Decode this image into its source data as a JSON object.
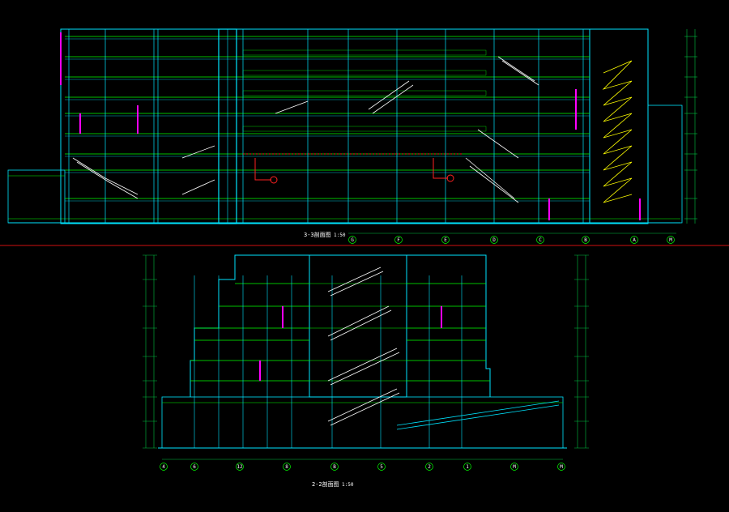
{
  "sections": {
    "upper": {
      "title": "3-3剖面图",
      "scale": "1:50",
      "axis_labels": [
        "G",
        "F",
        "E",
        "D",
        "C",
        "B",
        "A",
        "M"
      ]
    },
    "lower": {
      "title": "2-2剖面图",
      "scale": "1:50",
      "axis_labels": [
        "4",
        "6",
        "12",
        "8",
        "B",
        "5",
        "2",
        "1",
        "M",
        "M"
      ]
    }
  },
  "colors": {
    "background": "#000000",
    "structure": "#00e5ff",
    "floor": "#00ff00",
    "stair": "#ffffff",
    "accent": "#ff00ff",
    "mep": "#ff2020",
    "stair_alt": "#ffff00",
    "separator": "#d01010",
    "dim": "#00c040"
  }
}
